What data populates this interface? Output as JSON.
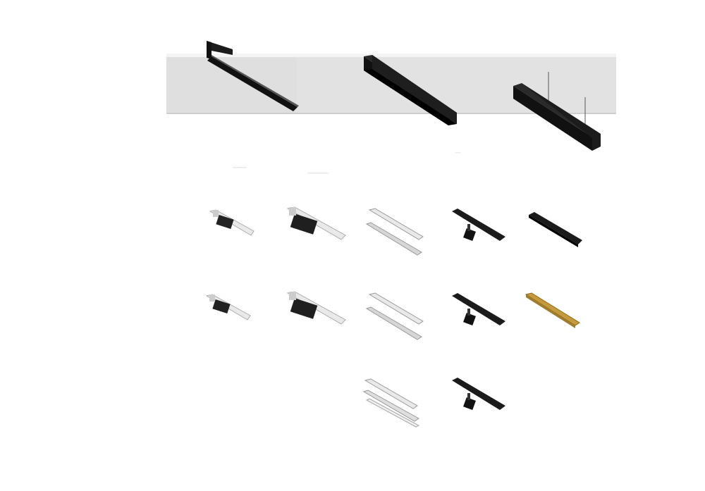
{
  "scene": {
    "ceiling_color": "#e2e2e2",
    "ceiling_edge_color": "#f4f4f4",
    "profile_black": "#1b1b1b",
    "profile_white": "#e9e9e9",
    "profile_gold": "#c49a3c",
    "installations": [
      {
        "type": "recessed-trimless",
        "color": "black"
      },
      {
        "type": "surface-mounted",
        "color": "black"
      },
      {
        "type": "suspended",
        "color": "black"
      }
    ]
  },
  "catalog": [
    {
      "kind": "white-housing-with-driver-small",
      "color": "white"
    },
    {
      "kind": "white-housing-with-driver-large",
      "color": "white"
    },
    {
      "kind": "white-profile-with-diffuser",
      "color": "white"
    },
    {
      "kind": "black-track-with-spot",
      "color": "black"
    },
    {
      "kind": "black-profile",
      "color": "black"
    },
    {
      "kind": "white-housing-with-driver-small",
      "color": "white"
    },
    {
      "kind": "white-housing-with-driver-large",
      "color": "white"
    },
    {
      "kind": "white-profile-with-diffuser",
      "color": "white"
    },
    {
      "kind": "black-track-with-spot",
      "color": "black"
    },
    {
      "kind": "gold-profile",
      "color": "gold"
    },
    {
      "kind": "white-profile-with-clips",
      "color": "white"
    },
    {
      "kind": "black-track-with-spot",
      "color": "black"
    }
  ]
}
